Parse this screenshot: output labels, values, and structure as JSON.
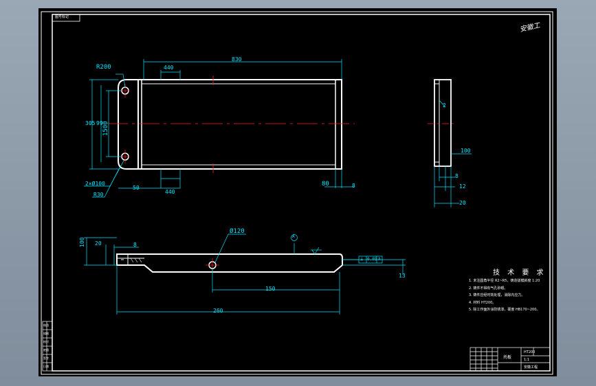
{
  "drawing": {
    "stamp_label": "图号标记",
    "signature": "安徽工",
    "top_view": {
      "dim_length": "830",
      "dim_offset_top": "440",
      "dim_offset_bottom": "440",
      "dim_radius_top": "R200",
      "dim_height_outer": "305",
      "dim_height_mid": "99",
      "dim_height_inner": "1500",
      "dim_end": "80",
      "dim_hole": "2×Ø100",
      "dim_radius_bottom": "R30",
      "dim_left_small": "50",
      "dim_right_small": "8"
    },
    "side_view": {
      "dim_100": "100",
      "dim_8": "8",
      "dim_12": "12",
      "dim_20": "20",
      "dim_tag": "2"
    },
    "front_view": {
      "dim_diameter": "Ø120",
      "dim_100": "100",
      "dim_20": "20",
      "dim_8": "8",
      "dim_150": "150",
      "dim_260": "260",
      "dim_13": "13",
      "balloon": "A",
      "tolerance_symbol": "⟂",
      "tolerance_value": "0.05",
      "datum": "A"
    },
    "technical_requirements": {
      "title": "技 术 要 求",
      "items": [
        "1. 未注圆角半径 R2~R5，铸造拔模斜度 1:20",
        "2. 铸件不得有气孔砂眼。",
        "3. 铸件应经时效处理，消除内应力。",
        "4. 材料 HT200。",
        "5. 除工作面外涂防锈漆，硬度 HB170~200。"
      ]
    },
    "title_block": {
      "part_name": "托板",
      "material": "HT200",
      "scale": "1:1",
      "school": "安徽工程"
    },
    "side_panel": [
      "借用",
      "描图",
      "校对",
      "底图",
      "签字",
      "日期"
    ],
    "colors": {
      "background": "#000000",
      "outline": "#ffffff",
      "dimension": "#00e5ff",
      "centerline": "#ff2020",
      "chrome": "#8593a2"
    }
  }
}
